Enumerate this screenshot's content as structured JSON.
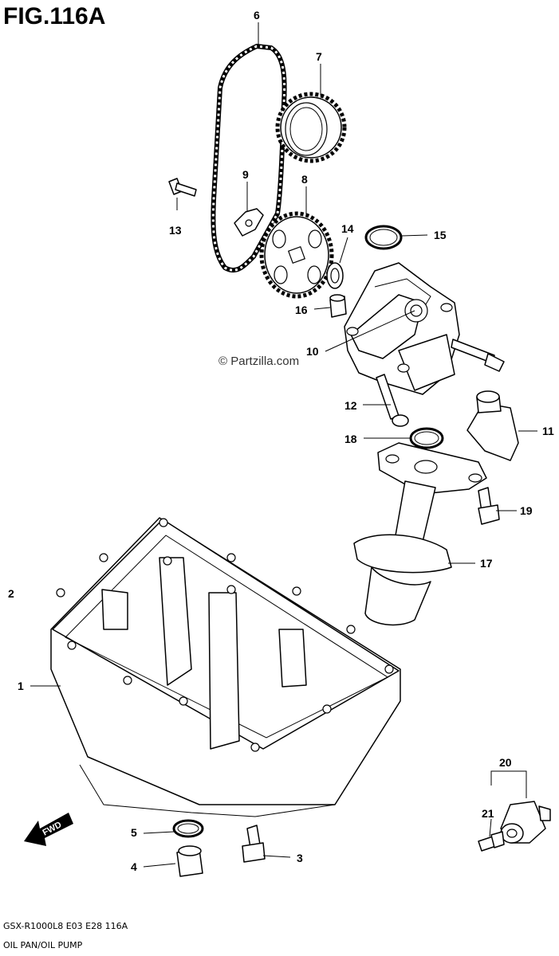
{
  "figure": {
    "title": "FIG.116A",
    "watermark": "© Partzilla.com",
    "model_code": "GSX-R1000L8  E03  E28  116A",
    "section_name": "OIL PAN/OIL PUMP",
    "fwd_label": "FWD"
  },
  "callouts": [
    {
      "id": "c1",
      "label": "1"
    },
    {
      "id": "c2",
      "label": "2"
    },
    {
      "id": "c3",
      "label": "3"
    },
    {
      "id": "c4",
      "label": "4"
    },
    {
      "id": "c5",
      "label": "5"
    },
    {
      "id": "c6",
      "label": "6"
    },
    {
      "id": "c7",
      "label": "7"
    },
    {
      "id": "c8",
      "label": "8"
    },
    {
      "id": "c9",
      "label": "9"
    },
    {
      "id": "c10",
      "label": "10"
    },
    {
      "id": "c11",
      "label": "11"
    },
    {
      "id": "c12",
      "label": "12"
    },
    {
      "id": "c13",
      "label": "13"
    },
    {
      "id": "c14",
      "label": "14"
    },
    {
      "id": "c15",
      "label": "15"
    },
    {
      "id": "c16",
      "label": "16"
    },
    {
      "id": "c17",
      "label": "17"
    },
    {
      "id": "c18",
      "label": "18"
    },
    {
      "id": "c19",
      "label": "19"
    },
    {
      "id": "c20",
      "label": "20"
    },
    {
      "id": "c21",
      "label": "21"
    }
  ]
}
